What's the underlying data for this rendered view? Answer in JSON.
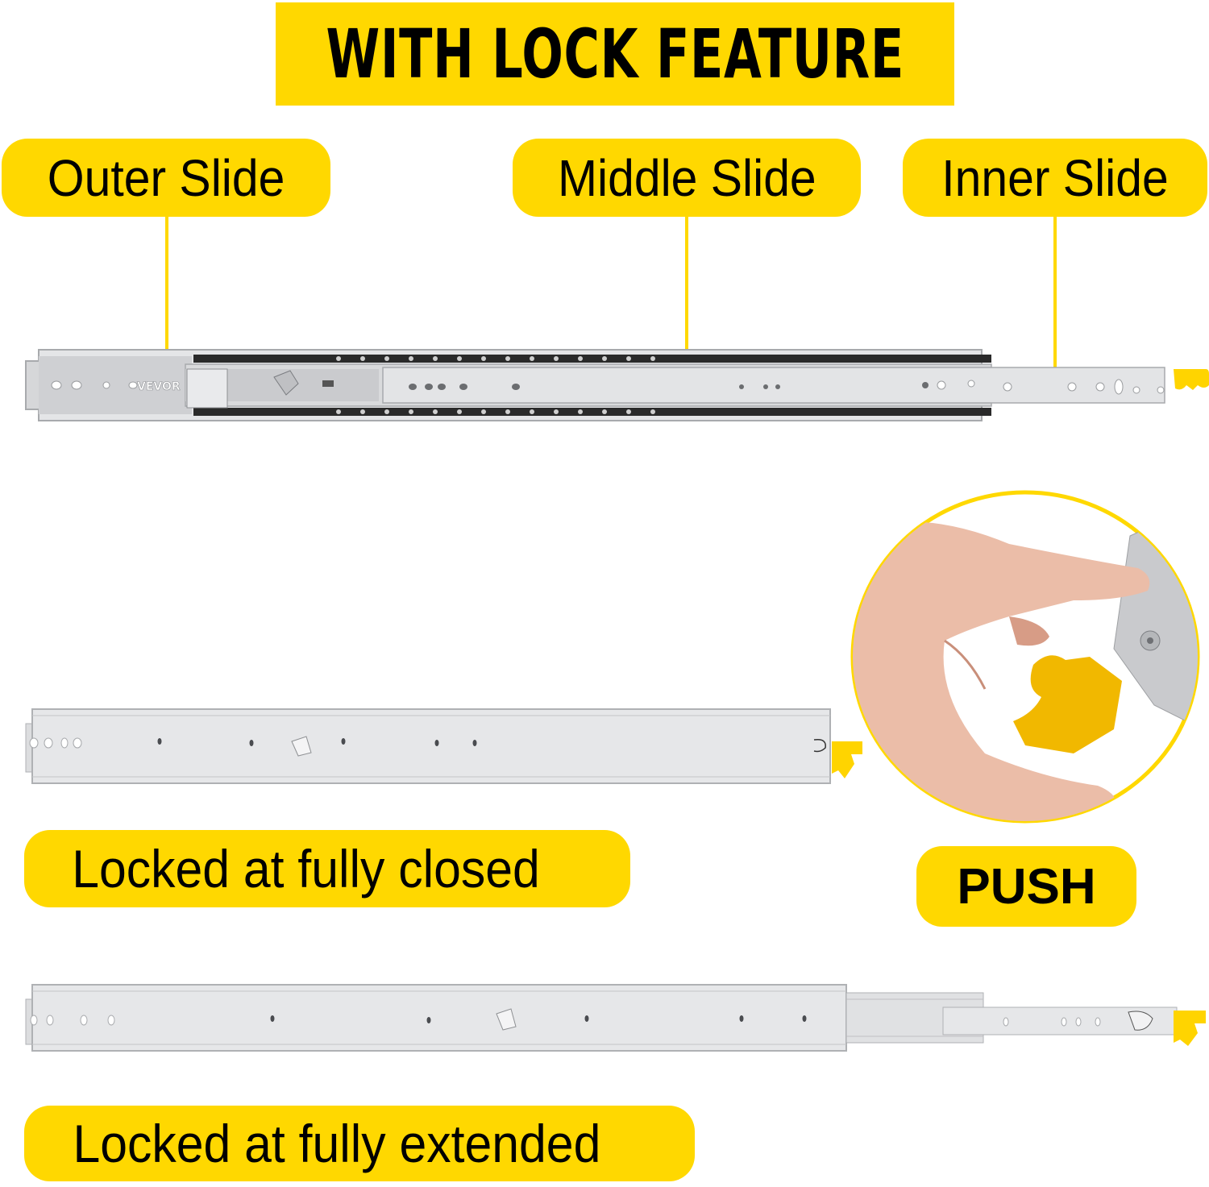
{
  "title": "WITH LOCK FEATURE",
  "colors": {
    "accent_yellow": "#FFD800",
    "text": "#000000",
    "steel": "#D9DADC",
    "steel_dark": "#9A9C9F",
    "ball_track": "#2A2A2A",
    "skin": "#E9B9A4"
  },
  "labels": {
    "outer_slide": "Outer Slide",
    "middle_slide": "Middle Slide",
    "inner_slide": "Inner Slide",
    "locked_closed": "Locked at fully closed",
    "push": "PUSH",
    "locked_extended": "Locked at fully extended"
  },
  "brand_mark": "VEVOR",
  "illustrations": {
    "top": "Extended three-section drawer slide with callouts",
    "closed": "Slide fully closed with yellow lock lever",
    "extended": "Slide fully extended with yellow lock lever",
    "detail": "Hand pushing the yellow lock lever (circular close-up)"
  }
}
